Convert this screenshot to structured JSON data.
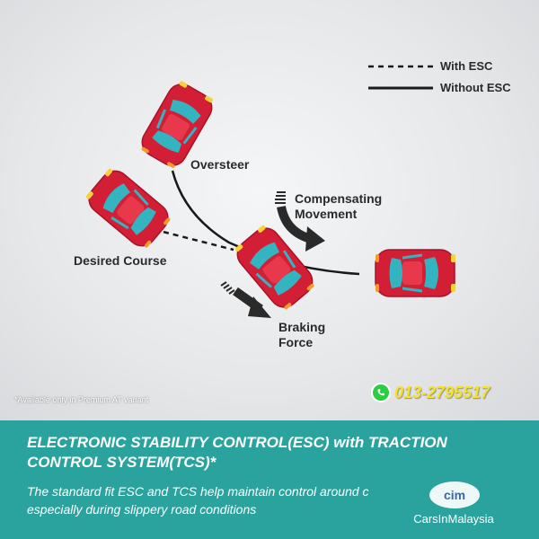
{
  "legend": {
    "with_esc": "With ESC",
    "without_esc": "Without ESC"
  },
  "labels": {
    "oversteer": "Oversteer",
    "compensating_line1": "Compensating",
    "compensating_line2": "Movement",
    "desired_course": "Desired Course",
    "braking_line1": "Braking",
    "braking_line2": "Force"
  },
  "note": "*Available only in Premium AT variant",
  "contact": {
    "phone": "013-2795517",
    "icon": "whatsapp-icon"
  },
  "banner": {
    "title_line1": "ELECTRONIC STABILITY CONTROL(ESC) with TRACTION",
    "title_line2": "CONTROL SYSTEM(TCS)*",
    "text_line1": "The standard fit ESC and TCS help maintain control around c",
    "text_line2": "especially during slippery road conditions"
  },
  "brand": {
    "logo_text": "cim",
    "name": "CarsInMalaysia"
  },
  "colors": {
    "car_body": "#d31f36",
    "car_glass": "#34b3c0",
    "band": "#2aa39e",
    "phone": "#f4e12a"
  }
}
